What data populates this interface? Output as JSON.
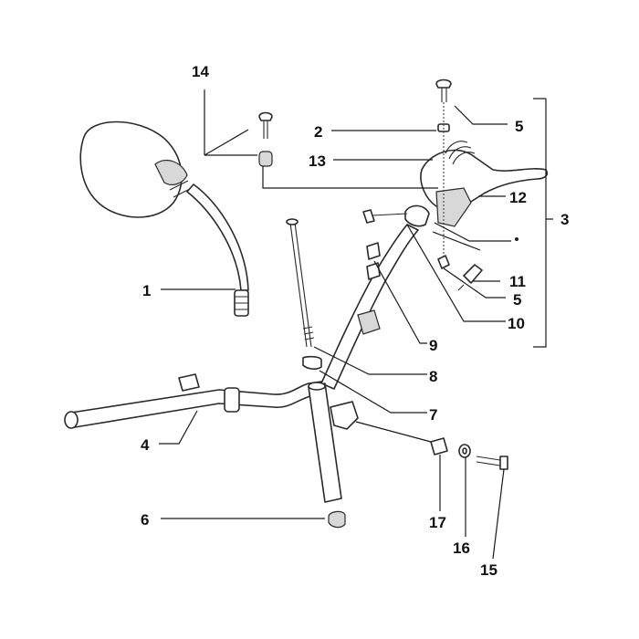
{
  "callouts": {
    "c1": "1",
    "c2": "2",
    "c3": "3",
    "c4": "4",
    "c5a": "5",
    "c5b": "5",
    "c6": "6",
    "c7": "7",
    "c8": "8",
    "c9": "9",
    "c10": "10",
    "c11": "11",
    "c12": "12",
    "c13": "13",
    "c14": "14",
    "c15": "15",
    "c16": "16",
    "c17": "17"
  }
}
